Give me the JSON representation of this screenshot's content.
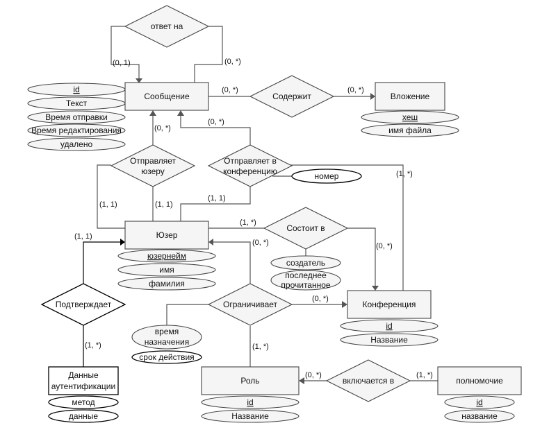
{
  "entities": {
    "message": "Сообщение",
    "attachment": "Вложение",
    "user": "Юзер",
    "conference": "Конференция",
    "role": "Роль",
    "permission": "полномочие",
    "auth_data_line1": "Данные",
    "auth_data_line2": "аутентификации"
  },
  "relationships": {
    "reply_to": "ответ на",
    "contains": "Содержит",
    "sends_to_user_line1": "Отправляет",
    "sends_to_user_line2": "юзеру",
    "sends_to_conf_line1": "Отправляет в",
    "sends_to_conf_line2": "конференцию",
    "member_of": "Состоит в",
    "restricts": "Ограничивает",
    "confirms": "Подтверждает",
    "included_in": "включается в"
  },
  "attributes": {
    "message_id": "id",
    "message_text": "Текст",
    "message_sent_time": "Время отправки",
    "message_edit_time": "Время редактирования",
    "message_deleted": "удалено",
    "attachment_hash": "хеш",
    "attachment_filename": "имя файла",
    "sends_to_conf_number": "номер",
    "user_username": "юзернейм",
    "user_name": "имя",
    "user_surname": "фамилия",
    "member_creator": "создатель",
    "member_last_read_line1": "последнее",
    "member_last_read_line2": "прочитанное",
    "restricts_time_line1": "время",
    "restricts_time_line2": "назначения",
    "restricts_validity": "срок действия",
    "conference_id": "id",
    "conference_name": "Название",
    "role_id": "id",
    "role_name": "Название",
    "permission_id": "id",
    "permission_name": "название",
    "auth_method": "метод",
    "auth_data": "данные"
  },
  "cardinalities": {
    "reply_in": "(0, 1)",
    "reply_out": "(0, *)",
    "contains_message": "(0, *)",
    "contains_attachment": "(0, *)",
    "sends_user_message": "(0, *)",
    "sends_conf_message": "(0, *)",
    "sends_user_left": "(1, 1)",
    "sends_user_bottom": "(1, 1)",
    "sends_conf_user": "(1, 1)",
    "sends_conf_conference": "(1, *)",
    "member_user": "(1, *)",
    "member_conference": "(0, *)",
    "restricts_user": "(0, *)",
    "restricts_conference": "(0, *)",
    "restricts_role": "(1, *)",
    "confirms_user": "(1, 1)",
    "confirms_auth": "(1, *)",
    "included_role": "(0, *)",
    "included_permission": "(1, *)"
  }
}
